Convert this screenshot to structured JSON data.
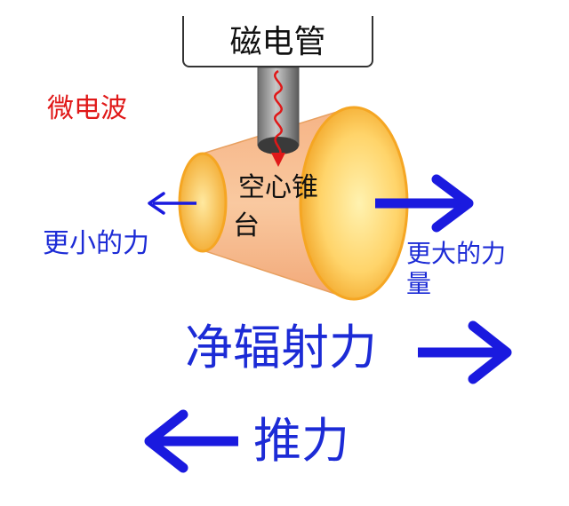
{
  "labels": {
    "magnetron": "磁电管",
    "microwave": "微电波",
    "cone_line1": "空心锥",
    "cone_line2": "台",
    "smaller_force": "更小的力",
    "larger_force_line1": "更大的力",
    "larger_force_line2": "量",
    "net_radiation_force": "净辐射力",
    "thrust": "推力"
  },
  "colors": {
    "arrow": "#1a1adf",
    "label_blue": "#1c2bd6",
    "microwave_red": "#e01818",
    "cone_fill": "#f7b27a",
    "cone_rim": "#f5a623",
    "tube_gray": "#8a8a8a"
  },
  "icons": {
    "left_arrow": "arrow-left-icon",
    "right_arrow": "arrow-right-icon",
    "wave": "wave-icon"
  }
}
